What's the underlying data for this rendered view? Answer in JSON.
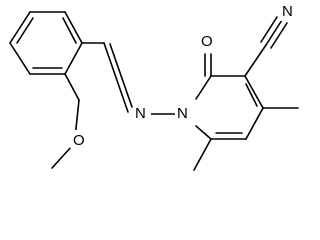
{
  "molecule": {
    "atoms": {
      "oxygen_carbonyl": "O",
      "oxygen_methoxy": "O",
      "ring_nitrogen": "N",
      "imine_nitrogen": "N",
      "nitrile_nitrogen": "N"
    }
  },
  "colors": {
    "bond": "#000000",
    "background": "#ffffff",
    "label": "#000000"
  }
}
